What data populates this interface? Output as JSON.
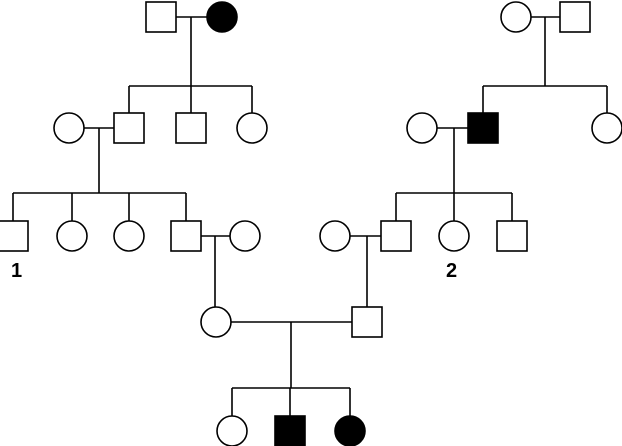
{
  "diagram": {
    "colors": {
      "line": "#000000",
      "affected": "#000000",
      "unaffected": "#ffffff"
    },
    "individuals": [
      {
        "id": "gen1-left-male",
        "sex": "male",
        "affected": false
      },
      {
        "id": "gen1-left-female",
        "sex": "female",
        "affected": true
      },
      {
        "id": "gen1-right-female",
        "sex": "female",
        "affected": false
      },
      {
        "id": "gen1-right-male",
        "sex": "male",
        "affected": false
      },
      {
        "id": "gen2-left-spouse-female",
        "sex": "female",
        "affected": false
      },
      {
        "id": "gen2-left-son-1",
        "sex": "male",
        "affected": false
      },
      {
        "id": "gen2-left-son-2",
        "sex": "male",
        "affected": false
      },
      {
        "id": "gen2-left-daughter",
        "sex": "female",
        "affected": false
      },
      {
        "id": "gen2-right-spouse-female",
        "sex": "female",
        "affected": false
      },
      {
        "id": "gen2-right-son",
        "sex": "male",
        "affected": true
      },
      {
        "id": "gen2-right-daughter",
        "sex": "female",
        "affected": false
      },
      {
        "id": "gen3-male-1",
        "sex": "male",
        "affected": false,
        "label": "1"
      },
      {
        "id": "gen3-left-female-1",
        "sex": "female",
        "affected": false
      },
      {
        "id": "gen3-left-female-2",
        "sex": "female",
        "affected": false
      },
      {
        "id": "gen3-left-male-4",
        "sex": "male",
        "affected": false
      },
      {
        "id": "gen3-left-spouse-female",
        "sex": "female",
        "affected": false
      },
      {
        "id": "gen3-right-spouse-female",
        "sex": "female",
        "affected": false
      },
      {
        "id": "gen3-right-male",
        "sex": "male",
        "affected": false
      },
      {
        "id": "gen3-female-2",
        "sex": "female",
        "affected": false,
        "label": "2"
      },
      {
        "id": "gen3-right-male-3",
        "sex": "male",
        "affected": false
      },
      {
        "id": "gen4-female",
        "sex": "female",
        "affected": false
      },
      {
        "id": "gen4-male",
        "sex": "male",
        "affected": false
      },
      {
        "id": "gen5-female",
        "sex": "female",
        "affected": false
      },
      {
        "id": "gen5-male",
        "sex": "male",
        "affected": true
      },
      {
        "id": "gen5-female-affected",
        "sex": "female",
        "affected": true
      }
    ]
  }
}
